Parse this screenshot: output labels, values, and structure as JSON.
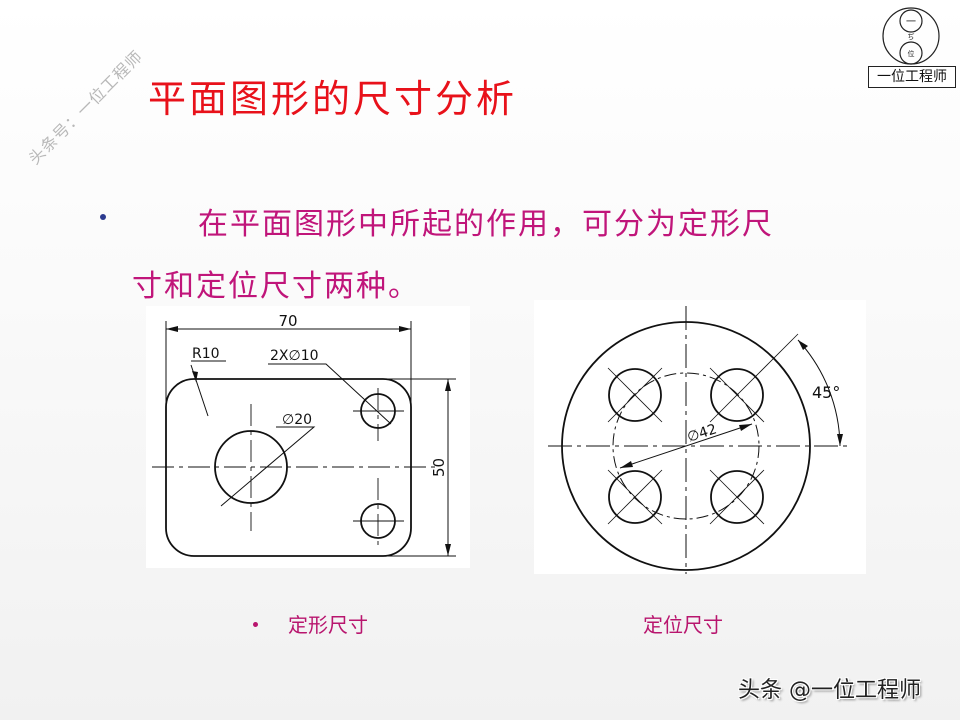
{
  "watermark": {
    "diagonal_text": "头条号：一位工程师"
  },
  "logo": {
    "top_char": "一",
    "middle_char": "ぢ",
    "bottom_char": "位",
    "label": "一位工程师"
  },
  "slide": {
    "title": "平面图形的尺寸分析",
    "bullet_line1": "在平面图形中所起的作用，可分为定形尺",
    "bullet_line2": "寸和定位尺寸两种。",
    "colors": {
      "title": "#e8111a",
      "body": "#c0157a",
      "bullet": "#2b3a8f"
    }
  },
  "figures": {
    "left": {
      "dim_width": "70",
      "dim_height": "50",
      "radius": "R10",
      "small_holes": "2X∅10",
      "big_hole": "∅20"
    },
    "right": {
      "pitch_circle": "∅42",
      "angle": "45°"
    }
  },
  "captions": {
    "left": "定形尺寸",
    "right": "定位尺寸"
  },
  "footer": {
    "watermark": "头条 @一位工程师"
  }
}
